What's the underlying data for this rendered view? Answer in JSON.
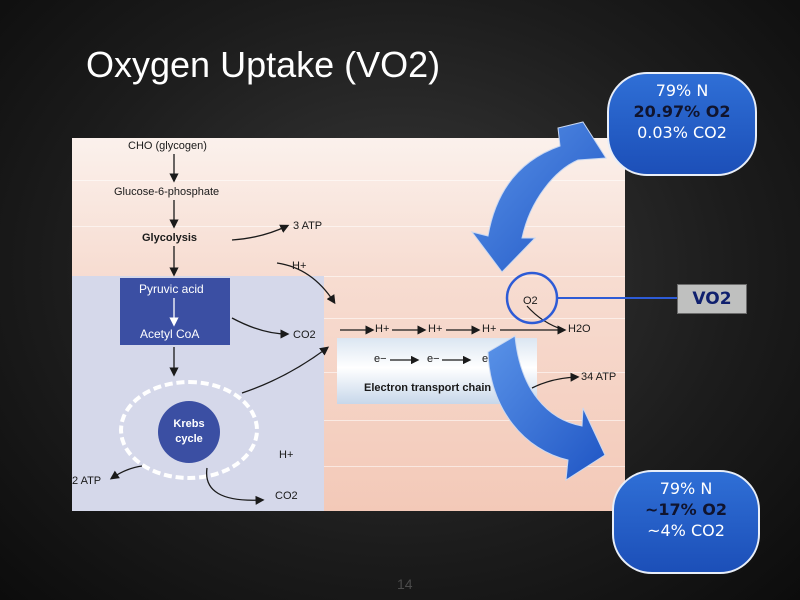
{
  "slide": {
    "title": "Oxygen Uptake (VO2)",
    "page_number": "14"
  },
  "inspired_air": {
    "n2": "79% N",
    "o2": "20.97% O2",
    "co2": "0.03% CO2"
  },
  "expired_air": {
    "n2": "79% N",
    "o2": "~17% O2",
    "co2": "~4% CO2"
  },
  "vo2_label": "VO2",
  "diagram": {
    "cho": "CHO (glycogen)",
    "g6p": "Glucose-6-phosphate",
    "glycolysis": "Glycolysis",
    "atp3": "3 ATP",
    "h_plus": "H+",
    "pyruvic": "Pyruvic acid",
    "acetyl": "Acetyl CoA",
    "co2": "CO2",
    "o2": "O2",
    "h2o": "H2O",
    "e_minus": "e−",
    "etc": "Electron transport chain",
    "atp34": "34 ATP",
    "krebs_1": "Krebs",
    "krebs_2": "cycle",
    "atp2": "2 ATP"
  },
  "colors": {
    "bubble_blue": "#2f6fd6",
    "highlight_dark": "#10142e",
    "diagram_blue": "#3b4fa3",
    "o2_circle": "#2d5bd6"
  }
}
